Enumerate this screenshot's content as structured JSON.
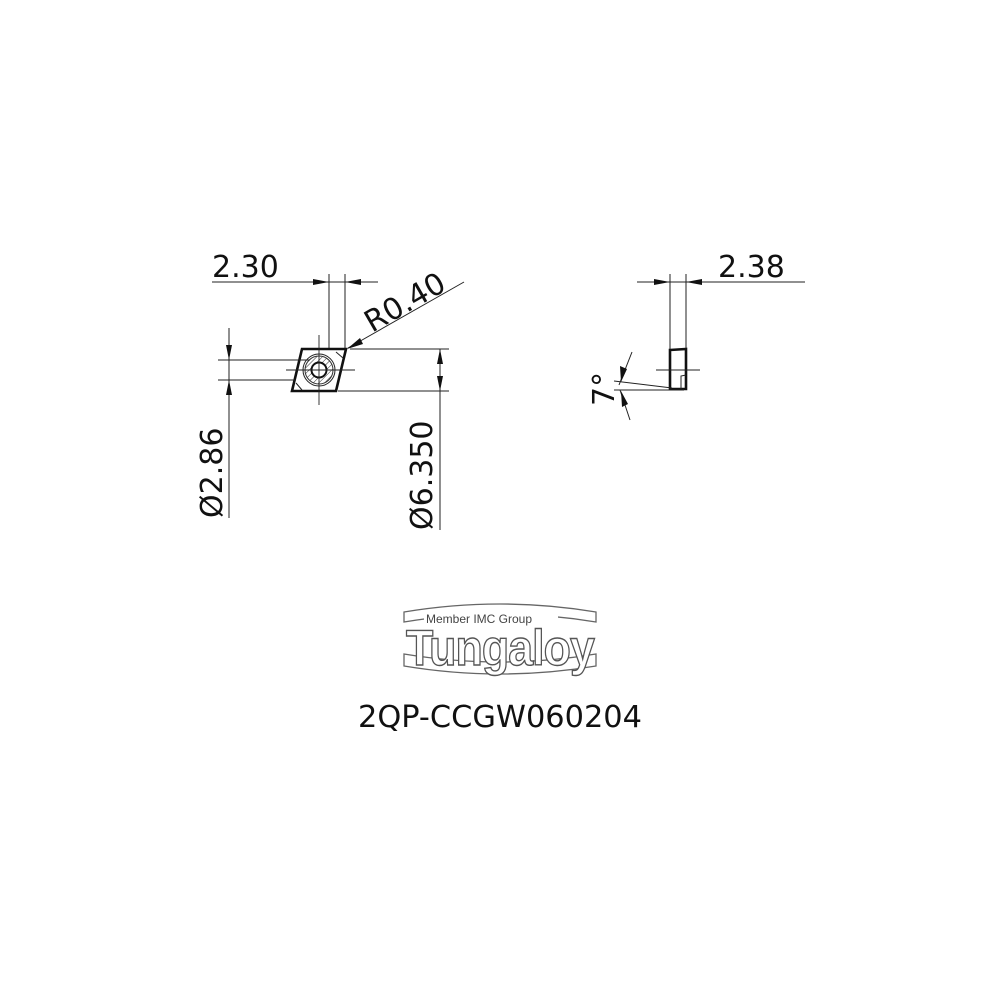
{
  "drawing": {
    "front_view": {
      "dimensions": {
        "land_width": "2.30",
        "corner_radius": "R0.40",
        "hole_diameter": "Ø2.86",
        "inscribed_circle": "Ø6.350"
      }
    },
    "side_view": {
      "dimensions": {
        "thickness": "2.38",
        "clearance_angle": "7°"
      }
    },
    "logo": {
      "tagline": "Member IMC Group",
      "brand": "Tungaloy"
    },
    "part_number": "2QP-CCGW060204"
  }
}
